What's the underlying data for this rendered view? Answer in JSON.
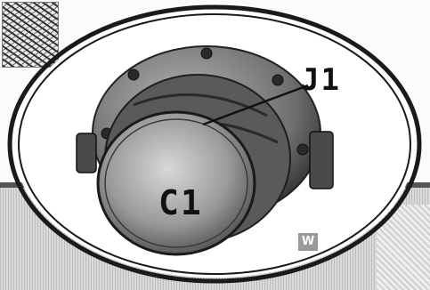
{
  "labels": {
    "pointer_label": "J1",
    "center_label": "C1"
  },
  "watermark": "W",
  "colors": {
    "ellipse_outline": "#1a1a1a",
    "metal_dark": "#3a3a3a",
    "metal_mid": "#7a7a7a",
    "metal_light": "#c8c8c8"
  }
}
